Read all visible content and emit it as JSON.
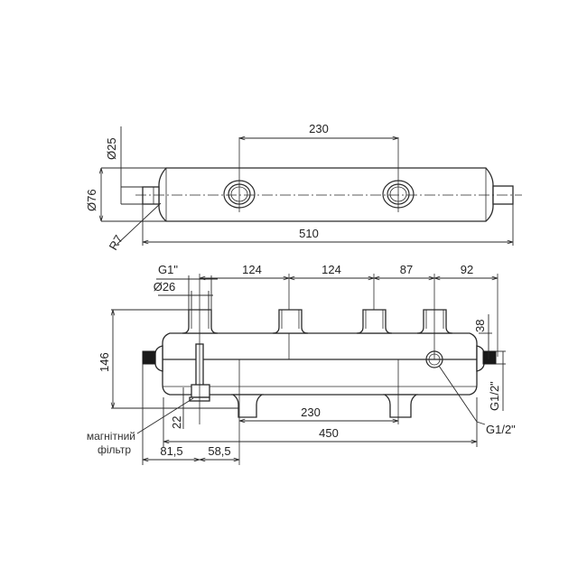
{
  "drawing": {
    "title": "Hydraulic separator collector technical drawing",
    "colors": {
      "line": "#2a2a2a",
      "text": "#222222",
      "thread": "#1a1a1a",
      "background": "#ffffff"
    }
  },
  "top_view": {
    "dim_inlet_spacing": "230",
    "dim_outlet_diameter": "Ø25",
    "dim_body_diameter": "Ø76",
    "dim_radius": "R7",
    "dim_total_length": "510"
  },
  "front_view": {
    "dim_thread_top": "G1\"",
    "dim_pipe_diameter": "Ø26",
    "dim_spacing_1": "124",
    "dim_spacing_2": "124",
    "dim_spacing_3": "87",
    "dim_spacing_4": "92",
    "dim_height": "146",
    "dim_side_offset": "38",
    "dim_side_thread": "G1/2\"",
    "dim_front_thread": "G1/2\"",
    "dim_filter_depth": "22",
    "dim_bottom_spacing": "230",
    "dim_body_length": "450",
    "dim_left_offset": "81,5",
    "dim_filter_offset": "58,5",
    "filter_label_line1": "магнітний",
    "filter_label_line2": "фільтр"
  }
}
